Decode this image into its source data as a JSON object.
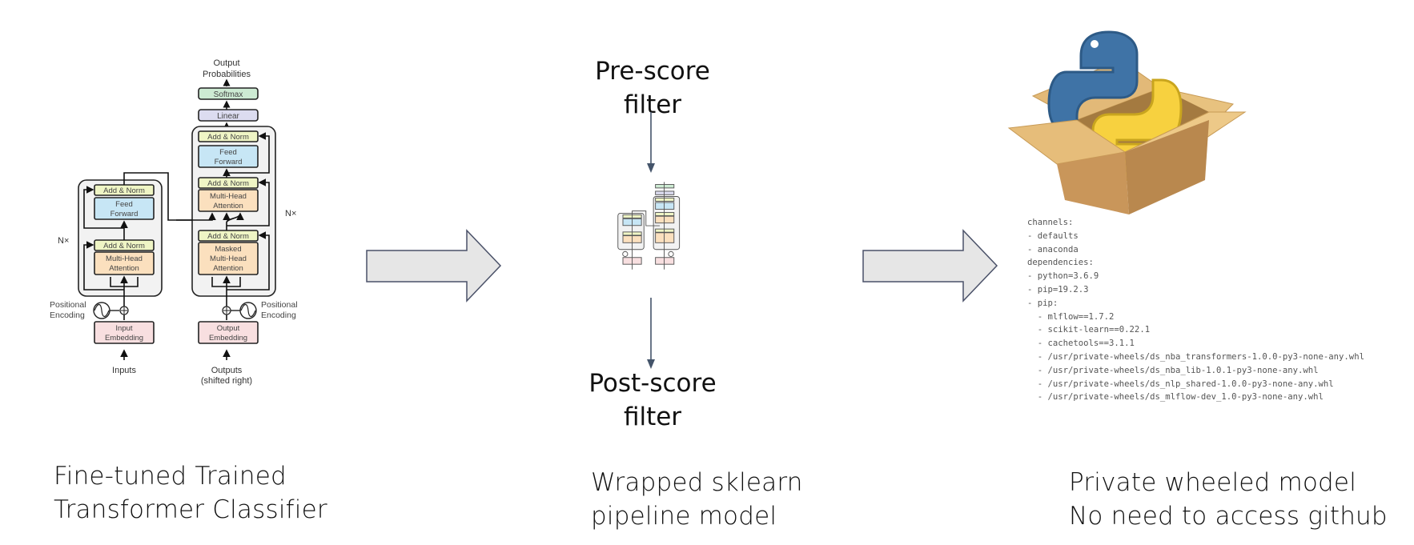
{
  "panels": {
    "left": {
      "caption_line1": "Fine-tuned Trained",
      "caption_line2": "Transformer Classifier",
      "diagram": {
        "output_label_1": "Output",
        "output_label_2": "Probabilities",
        "softmax": "Softmax",
        "linear": "Linear",
        "add_norm": "Add & Norm",
        "feed_1": "Feed",
        "feed_2": "Forward",
        "mha_1": "Multi-Head",
        "mha_2": "Attention",
        "masked_1": "Masked",
        "masked_2": "Multi-Head",
        "masked_3": "Attention",
        "nx": "N×",
        "pos_1": "Positional",
        "pos_2": "Encoding",
        "input_emb_1": "Input",
        "input_emb_2": "Embedding",
        "output_emb_1": "Output",
        "output_emb_2": "Embedding",
        "inputs": "Inputs",
        "outputs_1": "Outputs",
        "outputs_2": "(shifted right)"
      }
    },
    "middle": {
      "pre_line1": "Pre-score",
      "pre_line2": "filter",
      "post_line1": "Post-score",
      "post_line2": "filter",
      "caption_line1": "Wrapped sklearn",
      "caption_line2": "pipeline model"
    },
    "right": {
      "caption_line1": "Private wheeled model",
      "caption_line2": "No need to access github",
      "icon": "python-package-box-icon",
      "env_yaml": [
        "channels:",
        "- defaults",
        "- anaconda",
        "dependencies:",
        "- python=3.6.9",
        "- pip=19.2.3",
        "- pip:",
        "  - mlflow==1.7.2",
        "  - scikit-learn==0.22.1",
        "  - cachetools==3.1.1",
        "  - /usr/private-wheels/ds_nba_transformers-1.0.0-py3-none-any.whl",
        "  - /usr/private-wheels/ds_nba_lib-1.0.1-py3-none-any.whl",
        "  - /usr/private-wheels/ds_nlp_shared-1.0.0-py3-none-any.whl",
        "  - /usr/private-wheels/ds_mlflow-dev_1.0-py3-none-any.whl"
      ]
    }
  },
  "colors": {
    "arrow_fill": "#e6e6e6",
    "arrow_stroke": "#4a5168",
    "flow_arrow": "#44546a",
    "add_norm": "#eff5c5",
    "feed_forward": "#c7e6f5",
    "attention": "#fbe0be",
    "embedding": "#f8dfe0",
    "softmax": "#cdebd3",
    "linear": "#dcdcf0",
    "block_bg": "#f2f2f2",
    "python_blue": "#3f73a6",
    "python_yellow": "#f7d13f",
    "box": "#d9a965"
  }
}
